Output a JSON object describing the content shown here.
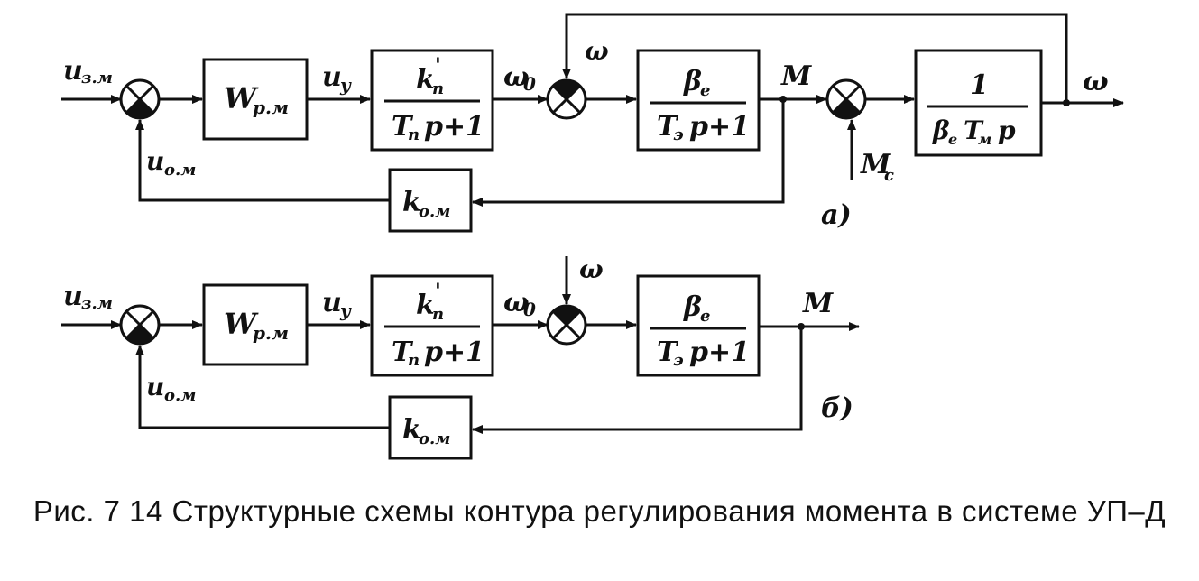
{
  "diagram_a": {
    "tag": "a)",
    "input_label": "u",
    "input_sub": "з.м",
    "feedback_label": "u",
    "feedback_sub": "о.м",
    "controller": {
      "main": "W",
      "sub": "р.м"
    },
    "uy_label": "u",
    "uy_sub": "у",
    "converter": {
      "num_main": "k",
      "num_sub": "п",
      "num_sup": "'",
      "den_main": "T",
      "den_sub": "п",
      "den_tail": "p+1"
    },
    "omega0_label": "ω",
    "omega0_sub": "0",
    "omega_fb_label": "ω",
    "armature": {
      "num_main": "β",
      "num_sub": "е",
      "den_main": "T",
      "den_sub": "э",
      "den_tail": "p+1"
    },
    "m_label": "M",
    "mc_label": "M",
    "mc_sub": "с",
    "mechanical": {
      "num": "1",
      "den_b": "β",
      "den_b_sub": "е",
      "den_t": "T",
      "den_t_sub": "м",
      "den_tail": "p"
    },
    "output_label": "ω",
    "feedback_block": {
      "main": "k",
      "sub": "о.м"
    }
  },
  "diagram_b": {
    "tag": "б)",
    "input_label": "u",
    "input_sub": "з.м",
    "feedback_label": "u",
    "feedback_sub": "о.м",
    "controller": {
      "main": "W",
      "sub": "р.м"
    },
    "uy_label": "u",
    "uy_sub": "у",
    "converter": {
      "num_main": "k",
      "num_sub": "п",
      "num_sup": "'",
      "den_main": "T",
      "den_sub": "п",
      "den_tail": "p+1"
    },
    "omega0_label": "ω",
    "omega0_sub": "0",
    "omega_in_label": "ω",
    "armature": {
      "num_main": "β",
      "num_sub": "е",
      "den_main": "T",
      "den_sub": "э",
      "den_tail": "p+1"
    },
    "m_label": "M",
    "feedback_block": {
      "main": "k",
      "sub": "о.м"
    }
  },
  "caption": "Рис. 7 14  Структурные схемы контура регулирования момента в системе УП–Д"
}
